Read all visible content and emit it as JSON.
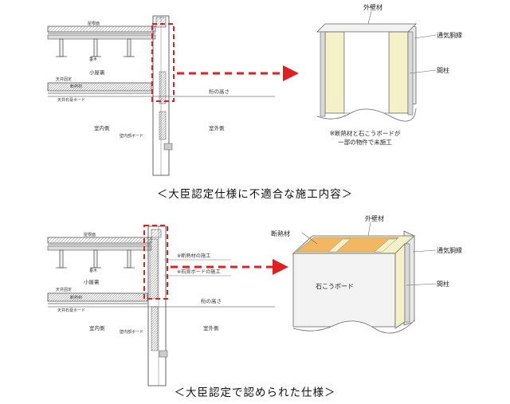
{
  "top": {
    "section": {
      "ceiling_label": "屋根面",
      "joist_label": "垂木",
      "attic_label": "小屋裏",
      "beam_label": "天井固定",
      "insulation_label": "断熱材",
      "gypsum_board_label": "天井石膏ボード",
      "girder_height_label": "桁の高さ",
      "interior_label": "室内側",
      "wall_board_label": "壁内部ボード",
      "exterior_label": "室外側"
    },
    "wall": {
      "exterior_wall_label": "外壁材",
      "vent_batten_label": "通気胴縁",
      "stud_label": "間柱"
    },
    "note": {
      "line1": "※断熱材と石こうボードが",
      "line2": "一部の物件で未施工"
    },
    "caption": "＜大臣認定仕様に不適合な施工内容＞"
  },
  "bottom": {
    "section": {
      "ceiling_label": "屋根面",
      "joist_label": "垂木",
      "attic_label": "小屋裏",
      "beam_label": "天井固定",
      "insulation_label": "断熱材",
      "gypsum_board_label": "天井石膏ボード",
      "girder_height_label": "桁の高さ",
      "interior_label": "室内側",
      "wall_board_label": "壁内部ボード",
      "exterior_label": "室外側"
    },
    "callouts": {
      "insulation_install": "※断熱材の施工",
      "gypsum_install": "※石膏ボードの施工"
    },
    "wall": {
      "insulation_label": "断熱材",
      "exterior_wall_label": "外壁材",
      "vent_batten_label": "通気胴縁",
      "gypsum_board_label": "石こうボード",
      "stud_label": "間柱"
    },
    "caption": "＜大臣認定で認められた仕様＞"
  },
  "colors": {
    "highlight_red": "#e02020",
    "insulation_orange": "#f2b760",
    "stud_cream": "#f4f0c8",
    "board_gray": "#f3f3f3"
  }
}
